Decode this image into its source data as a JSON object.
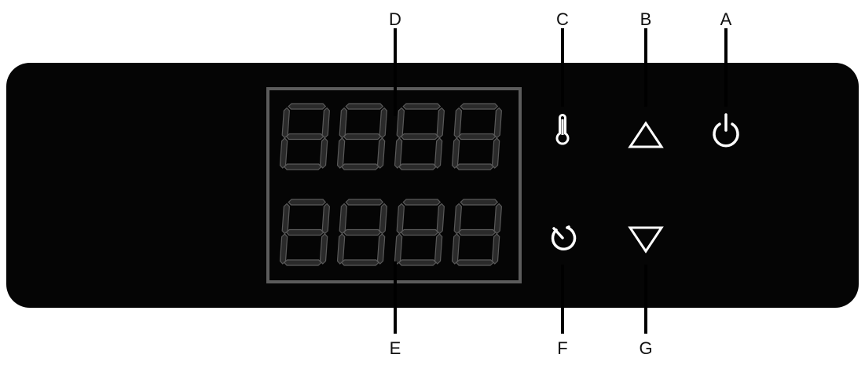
{
  "colors": {
    "panel": "#050505",
    "segment": "#2a2a2a",
    "segment_stroke": "#5a5a5a",
    "frame": "#5c5c5c",
    "icon": "#ffffff",
    "leader": "#000000"
  },
  "display": {
    "rows": 2,
    "digits_per_row": 4
  },
  "controls": [
    {
      "id": "power",
      "icon": "power-icon"
    },
    {
      "id": "up",
      "icon": "triangle-up-icon"
    },
    {
      "id": "temperature",
      "icon": "thermometer-icon"
    },
    {
      "id": "timer",
      "icon": "timer-icon"
    },
    {
      "id": "down",
      "icon": "triangle-down-icon"
    }
  ],
  "callouts": {
    "a": "A",
    "b": "B",
    "c": "C",
    "d": "D",
    "e": "E",
    "f": "F",
    "g": "G"
  }
}
